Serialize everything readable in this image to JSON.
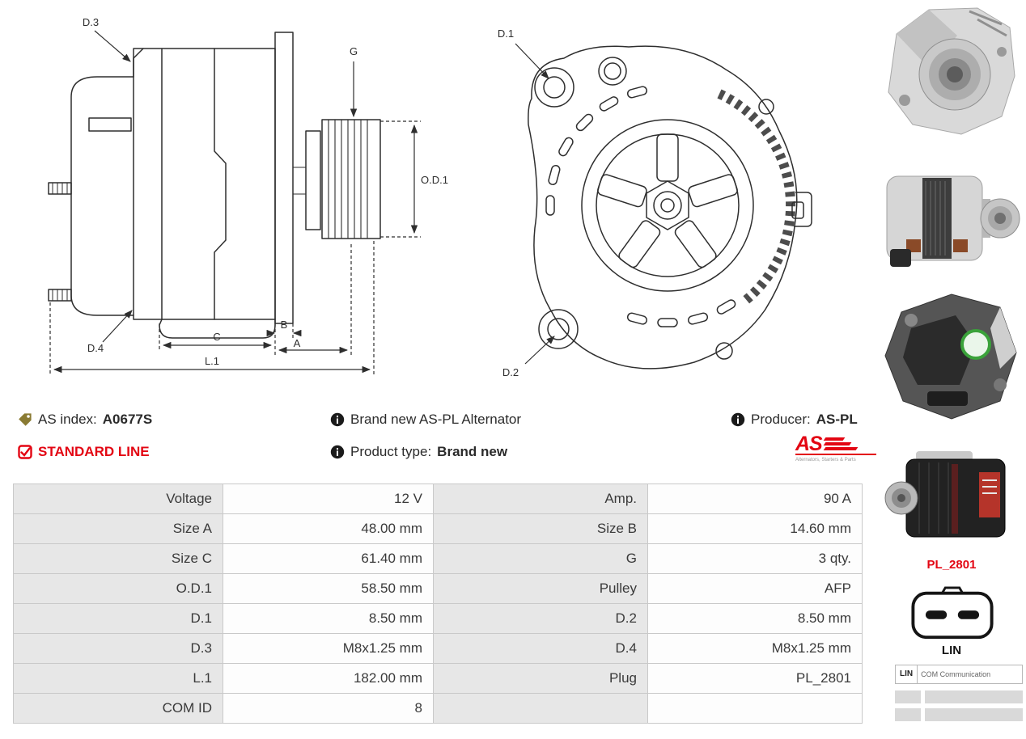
{
  "info": {
    "as_index_label": "AS index:",
    "as_index_value": "A0677S",
    "standard_line": "STANDARD LINE",
    "brand_new_text": "Brand new AS-PL Alternator",
    "product_type_label": "Product type:",
    "product_type_value": "Brand new",
    "producer_label": "Producer:",
    "producer_value": "AS-PL",
    "logo_text": "AS",
    "logo_tagline": "Alternators, Starters & Parts"
  },
  "side_diagram": {
    "d3": "D.3",
    "g": "G",
    "od1": "O.D.1",
    "d4": "D.4",
    "c": "C",
    "b": "B",
    "a": "A",
    "l1": "L.1"
  },
  "front_diagram": {
    "d1": "D.1",
    "d2": "D.2"
  },
  "plug": {
    "code": "PL_2801",
    "type": "LIN",
    "com_label": "LIN",
    "com_text": "COM Communication"
  },
  "spec_table": {
    "rows": [
      {
        "label1": "Voltage",
        "value1": "12 V",
        "label2": "Amp.",
        "value2": "90 A"
      },
      {
        "label1": "Size A",
        "value1": "48.00 mm",
        "label2": "Size B",
        "value2": "14.60 mm"
      },
      {
        "label1": "Size C",
        "value1": "61.40 mm",
        "label2": "G",
        "value2": "3 qty."
      },
      {
        "label1": "O.D.1",
        "value1": "58.50 mm",
        "label2": "Pulley",
        "value2": "AFP"
      },
      {
        "label1": "D.1",
        "value1": "8.50 mm",
        "label2": "D.2",
        "value2": "8.50 mm"
      },
      {
        "label1": "D.3",
        "value1": "M8x1.25 mm",
        "label2": "D.4",
        "value2": "M8x1.25 mm"
      },
      {
        "label1": "L.1",
        "value1": "182.00 mm",
        "label2": "Plug",
        "value2": "PL_2801"
      },
      {
        "label1": "COM ID",
        "value1": "8",
        "label2": "",
        "value2": ""
      }
    ]
  },
  "colors": {
    "accent_red": "#e30613",
    "table_label_bg": "#e7e7e7",
    "text": "#3a3a3a"
  }
}
